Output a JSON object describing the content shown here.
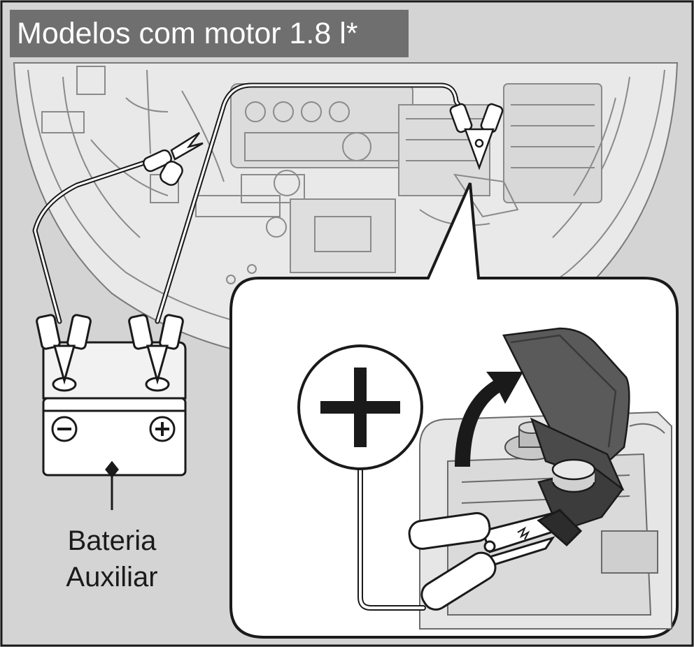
{
  "title": "Modelos com motor 1.8 l*",
  "battery_label": {
    "line1": "Bateria",
    "line2": "Auxiliar"
  },
  "colors": {
    "background": "#d4d4d4",
    "title_bg": "#6f6f6f",
    "title_text": "#ffffff",
    "line": "#1a1a1a"
  },
  "icons": {
    "negative_terminal": "minus-icon",
    "positive_terminal": "plus-icon",
    "positive_callout": "plus-icon",
    "open_cover_arrow": "curved-arrow-icon"
  }
}
